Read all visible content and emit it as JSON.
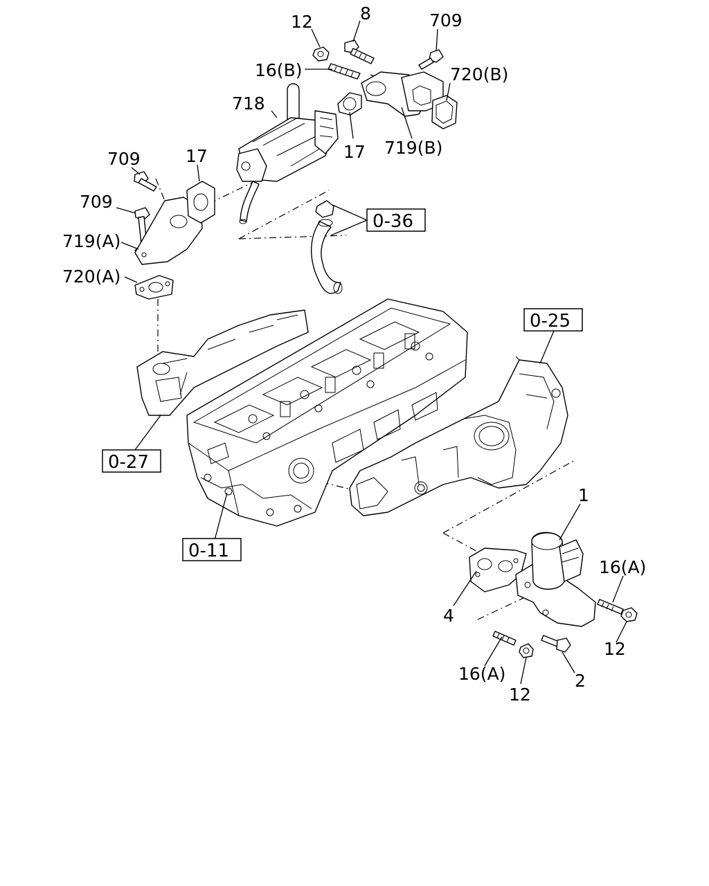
{
  "callouts": [
    {
      "id": "c12a",
      "text": "12"
    },
    {
      "id": "c8",
      "text": "8"
    },
    {
      "id": "c709a",
      "text": "709"
    },
    {
      "id": "c16b",
      "text": "16(B)"
    },
    {
      "id": "c720b",
      "text": "720(B)"
    },
    {
      "id": "c718",
      "text": "718"
    },
    {
      "id": "c17a",
      "text": "17"
    },
    {
      "id": "c17b",
      "text": "17"
    },
    {
      "id": "c719b",
      "text": "719(B)"
    },
    {
      "id": "c709b",
      "text": "709"
    },
    {
      "id": "c709c",
      "text": "709"
    },
    {
      "id": "c719a",
      "text": "719(A)"
    },
    {
      "id": "c720a",
      "text": "720(A)"
    },
    {
      "id": "c1",
      "text": "1"
    },
    {
      "id": "c16a1",
      "text": "16(A)"
    },
    {
      "id": "c4",
      "text": "4"
    },
    {
      "id": "c12b",
      "text": "12"
    },
    {
      "id": "c16a2",
      "text": "16(A)"
    },
    {
      "id": "c12c",
      "text": "12"
    },
    {
      "id": "c2",
      "text": "2"
    }
  ],
  "references": [
    {
      "id": "r036",
      "text": "0-36"
    },
    {
      "id": "r025",
      "text": "0-25"
    },
    {
      "id": "r027",
      "text": "0-27"
    },
    {
      "id": "r011",
      "text": "0-11"
    }
  ]
}
